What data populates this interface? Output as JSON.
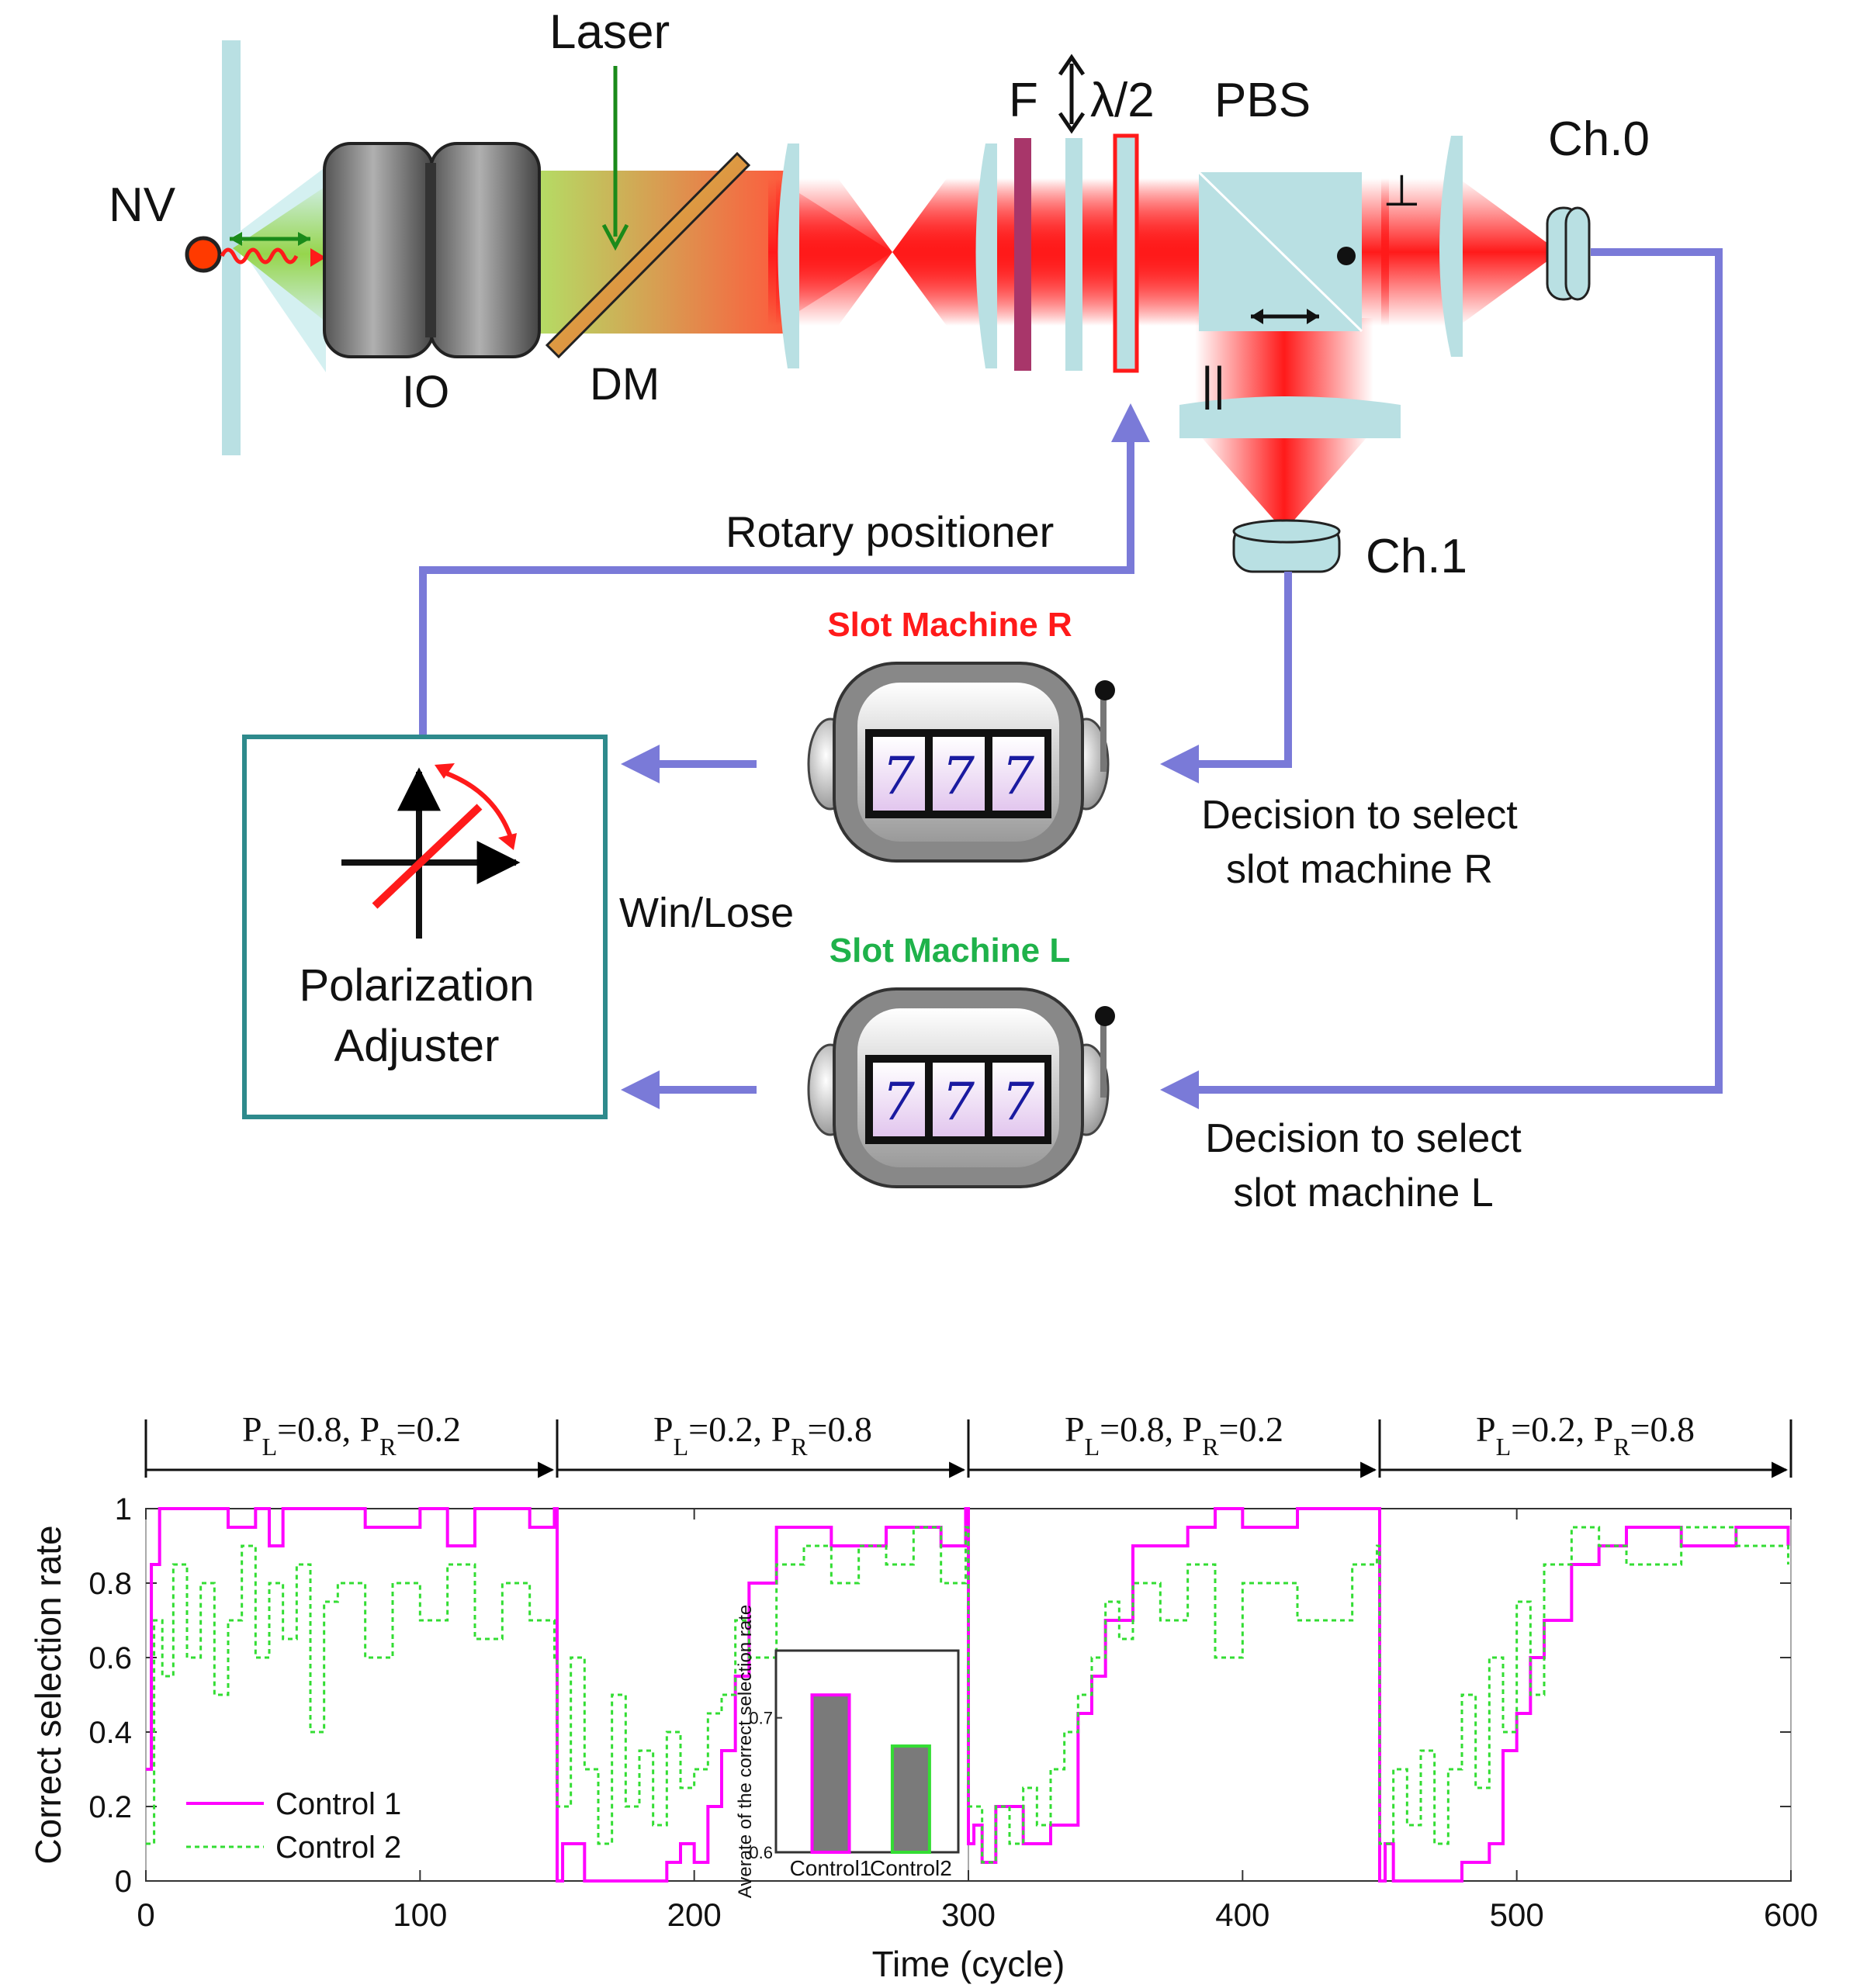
{
  "diagram": {
    "labels": {
      "nv": "NV",
      "laser": "Laser",
      "io": "IO",
      "dm": "DM",
      "filter": "F",
      "half_wave": "λ/2",
      "pbs": "PBS",
      "perp": "⊥",
      "parallel": "||",
      "ch0": "Ch.0",
      "ch1": "Ch.1",
      "rotary_positioner": "Rotary positioner",
      "win_lose": "Win/Lose",
      "polarization_adjuster_line1": "Polarization",
      "polarization_adjuster_line2": "Adjuster",
      "slot_machine_r": "Slot Machine R",
      "slot_machine_l": "Slot Machine L",
      "decision_r_line1": "Decision to select",
      "decision_r_line2": "slot machine R",
      "decision_l_line1": "Decision to select",
      "decision_l_line2": "slot machine L",
      "reel_symbol": "7"
    },
    "colors": {
      "wire": "#7a7ad8",
      "slot_r_title": "#ff1a1a",
      "slot_l_title": "#1fb24a",
      "beam_red": "#ff1a1a",
      "beam_green": "#8fd23a",
      "optic": "#b9e0e3",
      "adjuster_border": "#2e8a8c"
    }
  },
  "chart_data": {
    "type": "line",
    "xlabel": "Time (cycle)",
    "ylabel": "Correct selection rate",
    "xlim": [
      0,
      600
    ],
    "ylim": [
      0,
      1
    ],
    "xticks": [
      "0",
      "100",
      "200",
      "300",
      "400",
      "500",
      "600"
    ],
    "yticks": [
      "0",
      "0.2",
      "0.4",
      "0.6",
      "0.8",
      "1"
    ],
    "phases": [
      {
        "range": [
          0,
          150
        ],
        "PL": "0.8",
        "PR": "0.2"
      },
      {
        "range": [
          150,
          300
        ],
        "PL": "0.2",
        "PR": "0.8"
      },
      {
        "range": [
          300,
          450
        ],
        "PL": "0.8",
        "PR": "0.2"
      },
      {
        "range": [
          450,
          600
        ],
        "PL": "0.2",
        "PR": "0.8"
      }
    ],
    "legend_position": "bottom-left",
    "series": [
      {
        "name": "Control 1",
        "color": "#ff00ff",
        "style": "solid",
        "x": [
          0,
          2,
          5,
          20,
          30,
          40,
          45,
          50,
          60,
          80,
          100,
          110,
          120,
          130,
          140,
          149,
          150,
          152,
          160,
          170,
          180,
          190,
          195,
          200,
          205,
          210,
          215,
          220,
          230,
          250,
          270,
          290,
          299,
          300,
          302,
          305,
          310,
          320,
          330,
          340,
          345,
          350,
          360,
          370,
          380,
          390,
          400,
          420,
          449,
          450,
          452,
          455,
          460,
          470,
          480,
          490,
          495,
          500,
          505,
          510,
          520,
          530,
          540,
          560,
          580,
          599
        ],
        "y": [
          0.3,
          0.85,
          1,
          1,
          0.95,
          1,
          0.9,
          1,
          1,
          0.95,
          1,
          0.9,
          1,
          1,
          0.95,
          1,
          0,
          0.1,
          0,
          0,
          0,
          0.05,
          0.1,
          0.05,
          0.2,
          0.35,
          0.55,
          0.8,
          0.95,
          0.9,
          0.95,
          0.9,
          1,
          0.1,
          0.15,
          0.05,
          0.2,
          0.1,
          0.15,
          0.45,
          0.55,
          0.7,
          0.9,
          0.9,
          0.95,
          1,
          0.95,
          1,
          1,
          0,
          0.1,
          0,
          0,
          0,
          0.05,
          0.1,
          0.35,
          0.45,
          0.6,
          0.7,
          0.85,
          0.9,
          0.95,
          0.9,
          0.95,
          0.9
        ],
        "values": [
          0.3,
          0.85,
          1,
          1,
          0.95,
          1,
          0.9,
          1,
          1,
          0.95,
          1,
          0.9,
          1,
          1,
          0.95,
          1,
          0,
          0.1,
          0,
          0,
          0,
          0.05,
          0.1,
          0.05,
          0.2,
          0.35,
          0.55,
          0.8,
          0.95,
          0.9,
          0.95,
          0.9,
          1,
          0.1,
          0.15,
          0.05,
          0.2,
          0.1,
          0.15,
          0.45,
          0.55,
          0.7,
          0.9,
          0.9,
          0.95,
          1,
          0.95,
          1,
          1,
          0,
          0.1,
          0,
          0,
          0,
          0.05,
          0.1,
          0.35,
          0.45,
          0.6,
          0.7,
          0.85,
          0.9,
          0.95,
          0.9,
          0.95,
          0.9
        ]
      },
      {
        "name": "Control 2",
        "color": "#33dd33",
        "style": "dotted",
        "x": [
          0,
          3,
          6,
          10,
          15,
          20,
          25,
          30,
          35,
          40,
          45,
          50,
          55,
          60,
          65,
          70,
          80,
          90,
          100,
          110,
          120,
          130,
          140,
          149,
          150,
          155,
          160,
          165,
          170,
          175,
          180,
          185,
          190,
          195,
          200,
          205,
          210,
          215,
          220,
          230,
          240,
          250,
          260,
          270,
          280,
          290,
          299,
          300,
          305,
          310,
          315,
          320,
          325,
          330,
          335,
          340,
          345,
          350,
          355,
          360,
          370,
          380,
          390,
          400,
          420,
          440,
          449,
          450,
          455,
          460,
          465,
          470,
          475,
          480,
          485,
          490,
          495,
          500,
          505,
          510,
          520,
          530,
          540,
          560,
          580,
          599
        ],
        "y": [
          0.1,
          0.7,
          0.55,
          0.85,
          0.6,
          0.8,
          0.5,
          0.7,
          0.9,
          0.6,
          0.8,
          0.65,
          0.85,
          0.4,
          0.75,
          0.8,
          0.6,
          0.8,
          0.7,
          0.85,
          0.65,
          0.8,
          0.7,
          0.6,
          0.2,
          0.6,
          0.3,
          0.1,
          0.5,
          0.2,
          0.35,
          0.15,
          0.4,
          0.25,
          0.3,
          0.45,
          0.5,
          0.7,
          0.6,
          0.85,
          0.9,
          0.8,
          0.9,
          0.85,
          0.95,
          0.8,
          0.95,
          0.2,
          0.05,
          0.2,
          0.1,
          0.25,
          0.15,
          0.3,
          0.4,
          0.5,
          0.6,
          0.75,
          0.65,
          0.8,
          0.7,
          0.85,
          0.6,
          0.8,
          0.7,
          0.85,
          0.9,
          0.1,
          0.3,
          0.15,
          0.35,
          0.1,
          0.3,
          0.5,
          0.25,
          0.6,
          0.4,
          0.75,
          0.5,
          0.85,
          0.95,
          0.9,
          0.85,
          0.95,
          0.9,
          0.85
        ],
        "values": [
          0.1,
          0.7,
          0.55,
          0.85,
          0.6,
          0.8,
          0.5,
          0.7,
          0.9,
          0.6,
          0.8,
          0.65,
          0.85,
          0.4,
          0.75,
          0.8,
          0.6,
          0.8,
          0.7,
          0.85,
          0.65,
          0.8,
          0.7,
          0.6,
          0.2,
          0.6,
          0.3,
          0.1,
          0.5,
          0.2,
          0.35,
          0.15,
          0.4,
          0.25,
          0.3,
          0.45,
          0.5,
          0.7,
          0.6,
          0.85,
          0.9,
          0.8,
          0.9,
          0.85,
          0.95,
          0.8,
          0.95,
          0.2,
          0.05,
          0.2,
          0.1,
          0.25,
          0.15,
          0.3,
          0.4,
          0.5,
          0.6,
          0.75,
          0.65,
          0.8,
          0.7,
          0.85,
          0.6,
          0.8,
          0.7,
          0.85,
          0.9,
          0.1,
          0.3,
          0.15,
          0.35,
          0.1,
          0.3,
          0.5,
          0.25,
          0.6,
          0.4,
          0.75,
          0.5,
          0.85,
          0.95,
          0.9,
          0.85,
          0.95,
          0.9,
          0.85
        ]
      }
    ],
    "inset": {
      "type": "bar",
      "ylabel": "Averate of the correct selection rate",
      "ylim": [
        0.6,
        0.75
      ],
      "yticks": [
        "0.6",
        "0.7"
      ],
      "categories": [
        "Control1",
        "Control2"
      ],
      "values": [
        0.717,
        0.679
      ],
      "bar_fill": "#7a7a7a",
      "bar_borders": [
        "#ff00ff",
        "#33dd33"
      ]
    }
  }
}
